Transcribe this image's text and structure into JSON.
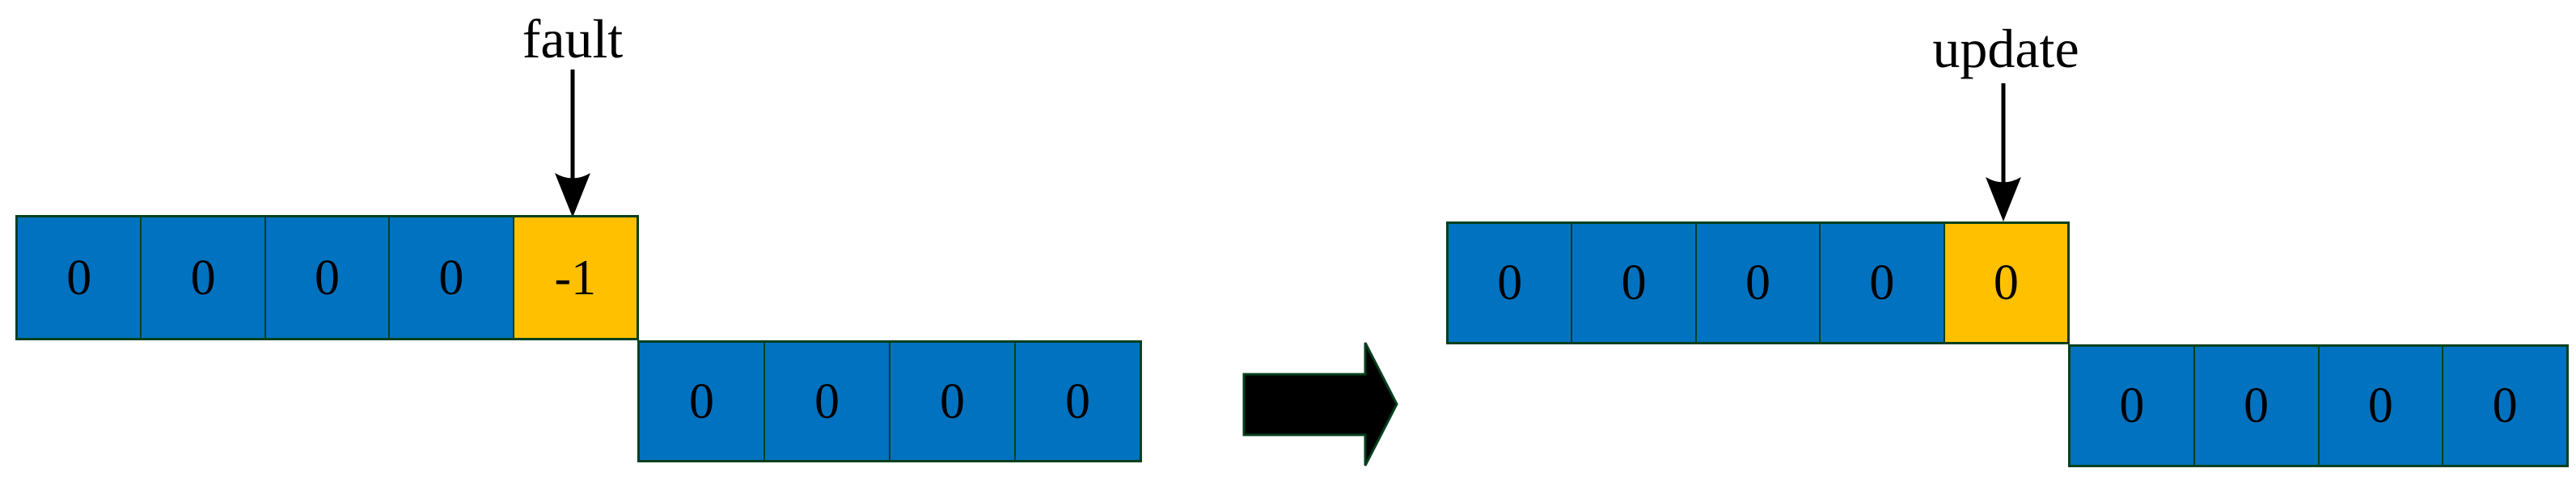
{
  "figure": {
    "left_panel": {
      "pointer_label": "fault",
      "top_cells": [
        {
          "value": "0"
        },
        {
          "value": "0"
        },
        {
          "value": "0"
        },
        {
          "value": "0"
        },
        {
          "value": "-1",
          "highlight": true
        }
      ],
      "bottom_cells": [
        {
          "value": "0"
        },
        {
          "value": "0"
        },
        {
          "value": "0"
        },
        {
          "value": "0"
        }
      ]
    },
    "right_panel": {
      "pointer_label": "update",
      "top_cells": [
        {
          "value": "0"
        },
        {
          "value": "0"
        },
        {
          "value": "0"
        },
        {
          "value": "0"
        },
        {
          "value": "0",
          "highlight": true
        }
      ],
      "bottom_cells": [
        {
          "value": "0"
        },
        {
          "value": "0"
        },
        {
          "value": "0"
        },
        {
          "value": "0"
        }
      ]
    },
    "icons": {
      "left_pointer": "down-arrow-icon",
      "right_pointer": "down-arrow-icon",
      "between_panels": "right-arrow-icon"
    },
    "colors": {
      "cell_blue": "#0072C0",
      "cell_highlight": "#FFC000",
      "outline_green": "#04401E",
      "arrow_fill": "#000000",
      "text_black": "#000000"
    }
  }
}
